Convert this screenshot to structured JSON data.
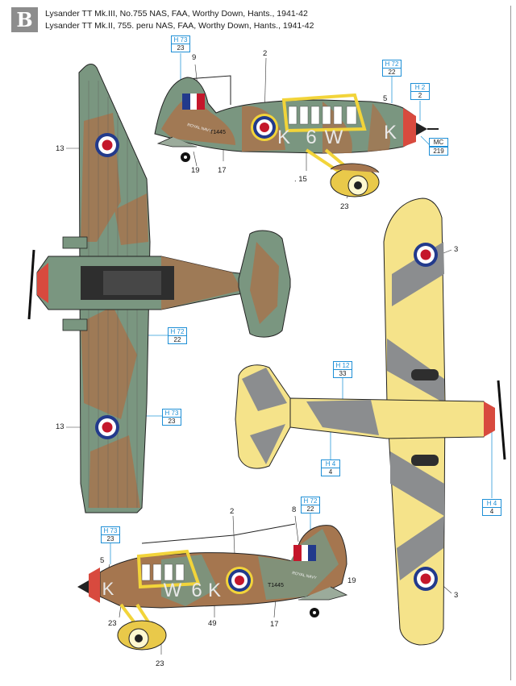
{
  "header": {
    "badge": "B",
    "line1": "Lysander TT Mk.III, No.755 NAS, FAA, Worthy Down, Hants., 1941-42",
    "line2": "Lysander TT Mk.II, 755. peru  NAS, FAA, Worthy Down, Hants., 1941-42"
  },
  "colors": {
    "camo_green": "#7a9680",
    "camo_brown": "#a5764f",
    "yellow": "#f5e38a",
    "stripe_grey": "#8b8d8f",
    "roundel_blue": "#223a8c",
    "roundel_red": "#c4172b",
    "roundel_yellow": "#f2d43a",
    "spinner_red": "#d84a3e",
    "callout_blue": "#1e8fd6"
  },
  "aircraft_markings": {
    "codes": [
      "K",
      "6",
      "W"
    ],
    "codes_reversed": [
      "W",
      "6",
      "K"
    ],
    "serial": "T1445",
    "fuselage_text": "ROYAL NAVY",
    "fin_letter": "K"
  },
  "paint_codes": [
    {
      "id": "c1",
      "top": "H 73",
      "bottom": "23"
    },
    {
      "id": "c2",
      "top": "H 72",
      "bottom": "22"
    },
    {
      "id": "c3",
      "top": "H 2",
      "bottom": "2"
    },
    {
      "id": "c4",
      "top": "MC",
      "bottom": "219"
    },
    {
      "id": "c5",
      "top": "H 72",
      "bottom": "22"
    },
    {
      "id": "c6",
      "top": "H 73",
      "bottom": "23"
    },
    {
      "id": "c7",
      "top": "H 12",
      "bottom": "33"
    },
    {
      "id": "c8",
      "top": "H 4",
      "bottom": "4"
    },
    {
      "id": "c9",
      "top": "H 4",
      "bottom": "4"
    },
    {
      "id": "c10",
      "top": "H 73",
      "bottom": "23"
    },
    {
      "id": "c11",
      "top": "H 72",
      "bottom": "22"
    }
  ],
  "callouts": {
    "n_side1_9": "9",
    "n_side1_2": "2",
    "n_side1_5": "5",
    "n_side1_19": "19",
    "n_side1_17": "17",
    "n_side1_15": ". 15",
    "n_side1_23": "23",
    "n_top_13a": "13",
    "n_top_13b": "13",
    "n_bot_3a": "3",
    "n_bot_3b": "3",
    "n_side2_2": "2",
    "n_side2_8": "8",
    "n_side2_5": "5",
    "n_side2_19": "19",
    "n_side2_23a": "23",
    "n_side2_49": "49",
    "n_side2_17": "17",
    "n_side2_23b": "23"
  }
}
